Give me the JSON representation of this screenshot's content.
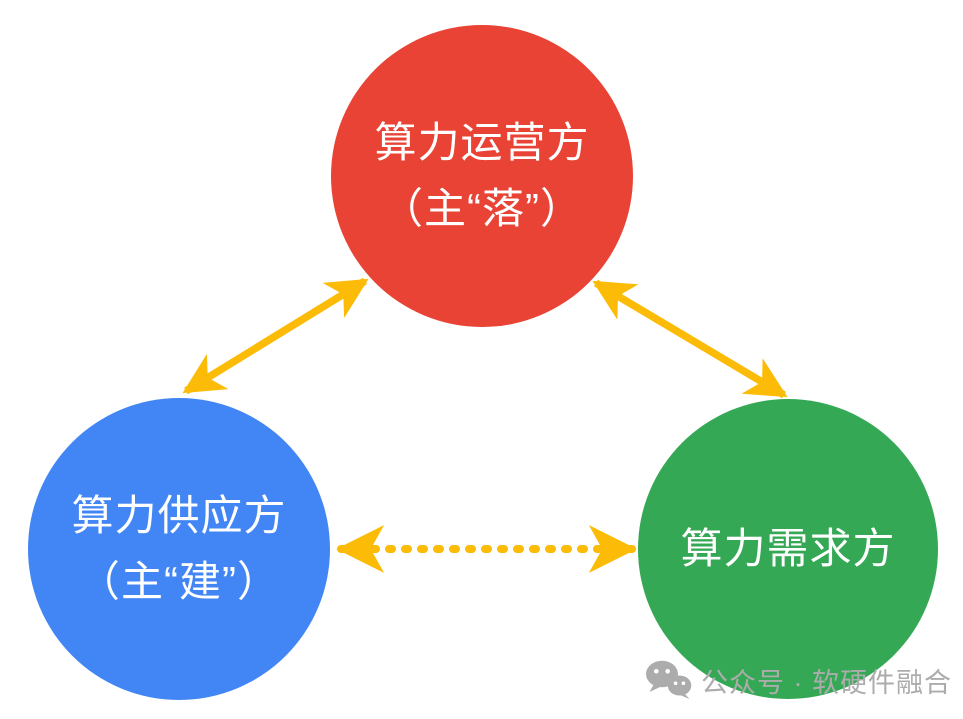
{
  "colors": {
    "background": "#FFFFFF",
    "arrow": "#FBBB06",
    "node_text": "#FFFFFF",
    "watermark": "#ACACAC"
  },
  "diagram": {
    "nodes": [
      {
        "id": "operator",
        "line1": "算力运营方",
        "line2": "（主“落”）",
        "color": "#E94335"
      },
      {
        "id": "supplier",
        "line1": "算力供应方",
        "line2": "（主“建”）",
        "color": "#4285F4"
      },
      {
        "id": "consumer",
        "line1": "算力需求方",
        "color": "#35A855"
      }
    ],
    "edges": [
      {
        "from": "supplier",
        "to": "operator",
        "style": "solid",
        "bidirectional": true
      },
      {
        "from": "operator",
        "to": "consumer",
        "style": "solid",
        "bidirectional": true
      },
      {
        "from": "supplier",
        "to": "consumer",
        "style": "dashed",
        "bidirectional": true
      }
    ]
  },
  "watermark": {
    "icon": "wechat-icon",
    "text": "公众号 · 软硬件融合"
  }
}
